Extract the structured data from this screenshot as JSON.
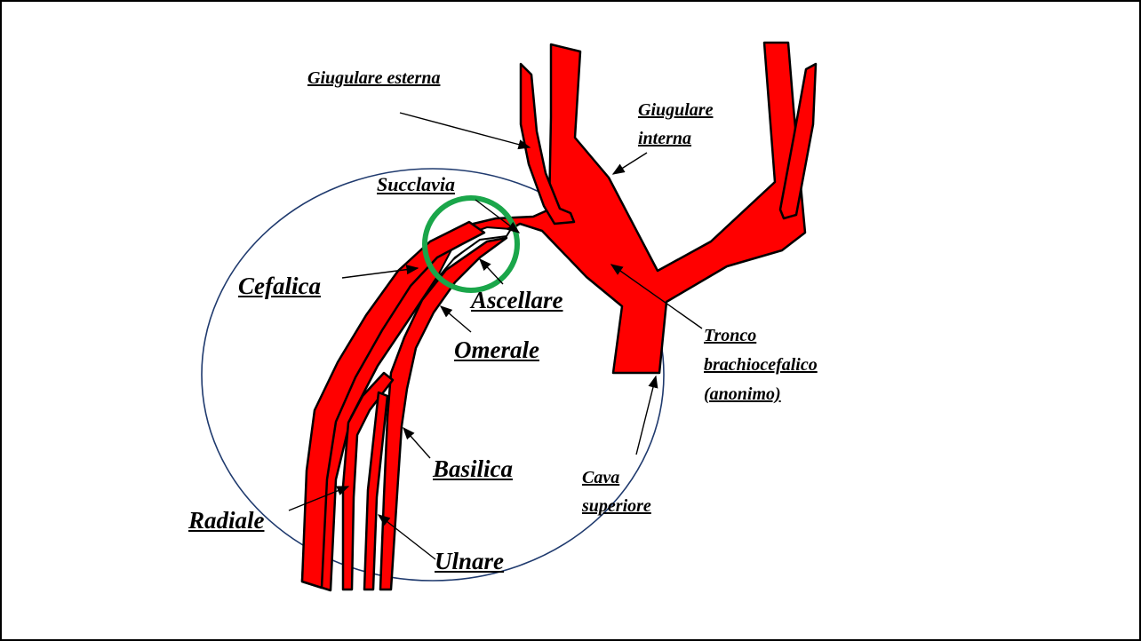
{
  "labels": {
    "giugulare_esterna": "Giugulare esterna",
    "giugulare_interna_1": "Giugulare",
    "giugulare_interna_2": "interna",
    "succlavia": "Succlavia",
    "cefalica": "Cefalica",
    "ascellare": "Ascellare",
    "omerale": "Omerale",
    "tronco_1": "Tronco",
    "tronco_2": "brachiocefalico",
    "tronco_3": "(anonimo)",
    "basilica": "Basilica",
    "cava_1": "Cava",
    "cava_2": "superiore",
    "radiale": "Radiale",
    "ulnare": "Ulnare"
  },
  "colors": {
    "vein": "#ff0000",
    "outline": "#000000",
    "ellipse": "#1f3a6e",
    "highlight": "#1aa64a"
  }
}
